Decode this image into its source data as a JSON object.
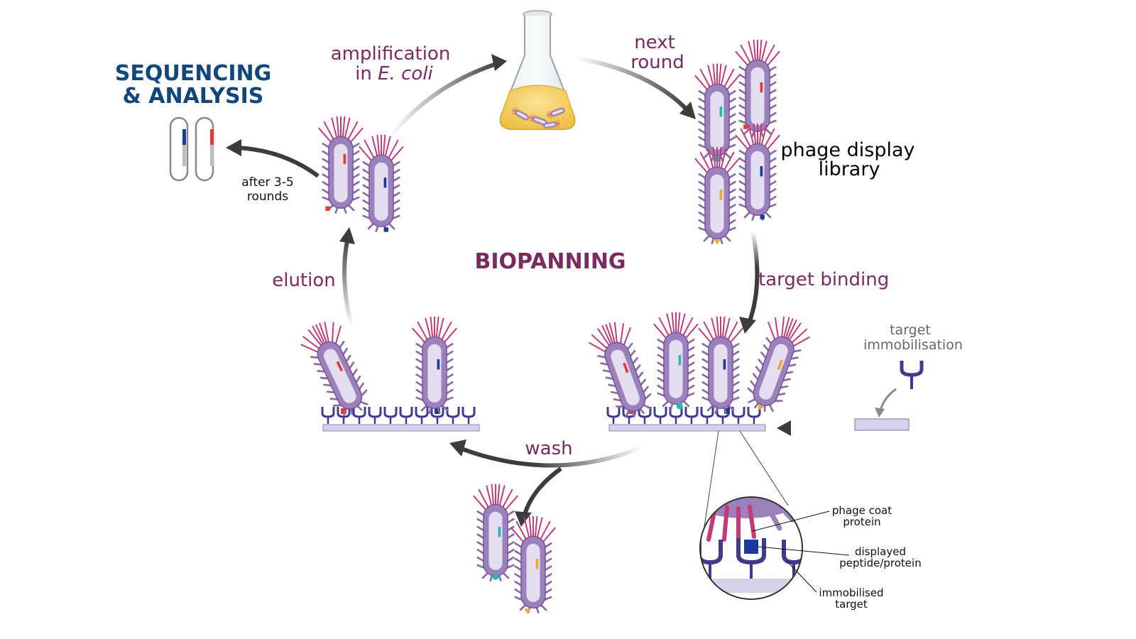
{
  "labels": {
    "amplification_line1": "amplification",
    "amplification_line2_prefix": "in ",
    "amplification_line2_italic": "E. coli",
    "next_round_line1": "next",
    "next_round_line2": "round",
    "phage_display_line1": "phage display",
    "phage_display_line2": "library",
    "target_binding": "target binding",
    "target_immobilisation_line1": "target",
    "target_immobilisation_line2": "immobilisation",
    "wash": "wash",
    "elution": "elution",
    "biopanning": "BIOPANNING",
    "sequencing_line1": "SEQUENCING",
    "sequencing_line2": "& ANALYSIS",
    "after_rounds_line1": "after 3-5",
    "after_rounds_line2": "rounds",
    "phage_coat_line1": "phage coat",
    "phage_coat_line2": "protein",
    "displayed_line1": "displayed",
    "displayed_line2": "peptide/protein",
    "immobilised_line1": "immobilised",
    "immobilised_line2": "target"
  },
  "colors": {
    "label_purple": "#7a2a60",
    "sequencing_blue": "#12477e",
    "arrow": "#3c3c3c",
    "phage_body": "#8b6aa8",
    "phage_capsid": "#e4dff0",
    "phage_spikes": "#c23a78",
    "surface": "#d6d2ec",
    "receptor": "#3f3a8a",
    "flask_liquid": "#f2c94c",
    "peptide_red": "#e53935",
    "peptide_blue": "#1a3a9a",
    "peptide_teal": "#26b7b7",
    "peptide_orange": "#f5a623"
  }
}
